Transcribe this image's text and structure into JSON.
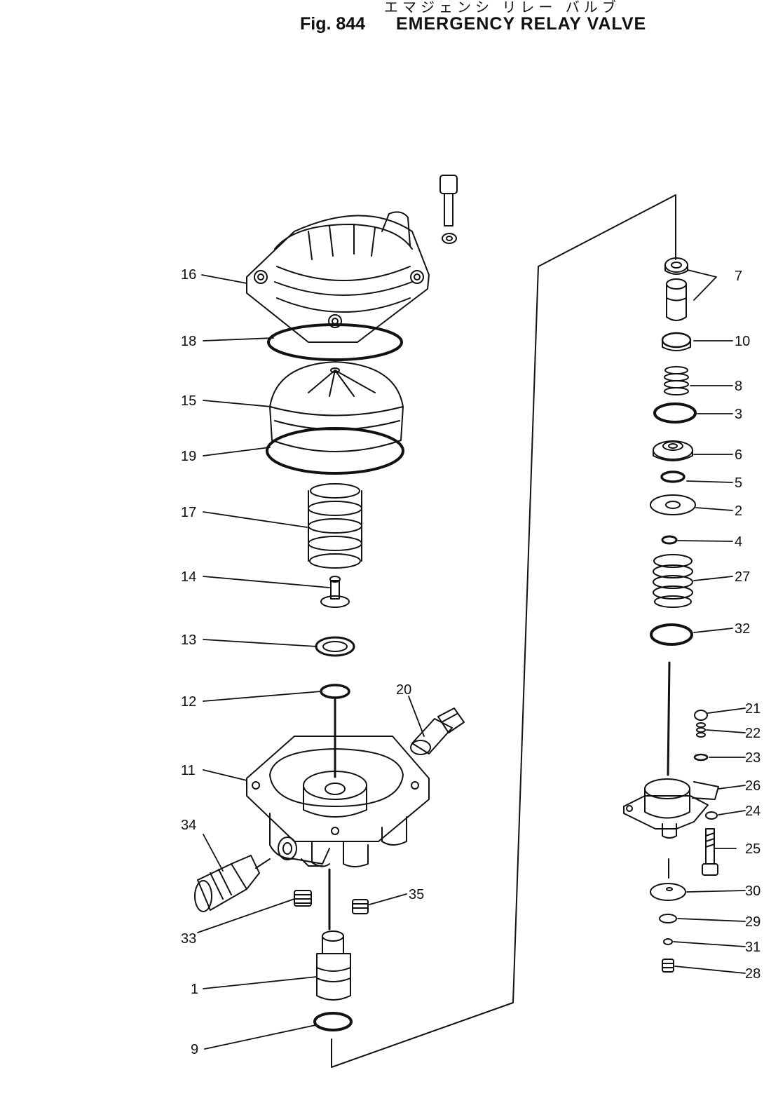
{
  "header": {
    "japanese_title": "エマジェンシ リレー バルブ",
    "figure_number": "Fig. 844",
    "figure_name": "EMERGENCY RELAY VALVE"
  },
  "callouts": [
    "16",
    "18",
    "15",
    "19",
    "17",
    "14",
    "13",
    "12",
    "20",
    "11",
    "34",
    "33",
    "35",
    "1",
    "9",
    "7",
    "10",
    "8",
    "3",
    "6",
    "5",
    "2",
    "4",
    "27",
    "32",
    "21",
    "22",
    "23",
    "26",
    "24",
    "25",
    "30",
    "29",
    "31",
    "28"
  ]
}
